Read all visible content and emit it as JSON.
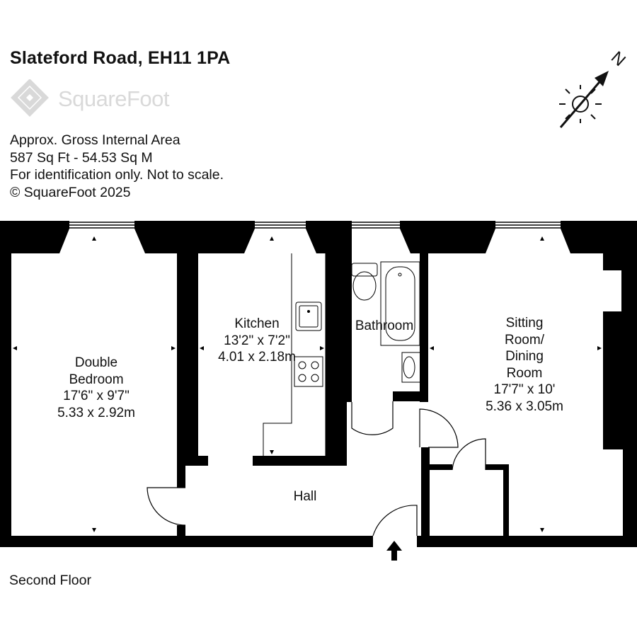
{
  "header": {
    "address": "Slateford Road, EH11 1PA",
    "logo_text": "SquareFoot"
  },
  "info": {
    "line1": "Approx. Gross Internal Area",
    "line2": "587 Sq Ft  -  54.53 Sq M",
    "line3": "For identification only. Not to scale.",
    "line4": "© SquareFoot 2025"
  },
  "compass": {
    "north_label": "N"
  },
  "rooms": {
    "bedroom": {
      "name1": "Double",
      "name2": "Bedroom",
      "imperial": "17'6\" x 9'7\"",
      "metric": "5.33 x 2.92m"
    },
    "kitchen": {
      "name": "Kitchen",
      "imperial": "13'2\" x 7'2\"",
      "metric": "4.01 x 2.18m"
    },
    "bathroom": {
      "name": "Bathroom"
    },
    "sitting": {
      "name1": "Sitting",
      "name2": "Room/",
      "name3": "Dining",
      "name4": "Room",
      "imperial": "17'7\" x 10'",
      "metric": "5.36 x 3.05m"
    },
    "hall": {
      "name": "Hall"
    }
  },
  "floor": {
    "label": "Second Floor"
  },
  "colors": {
    "wall": "#000000",
    "logo": "#d9d9d9",
    "background": "#ffffff"
  }
}
